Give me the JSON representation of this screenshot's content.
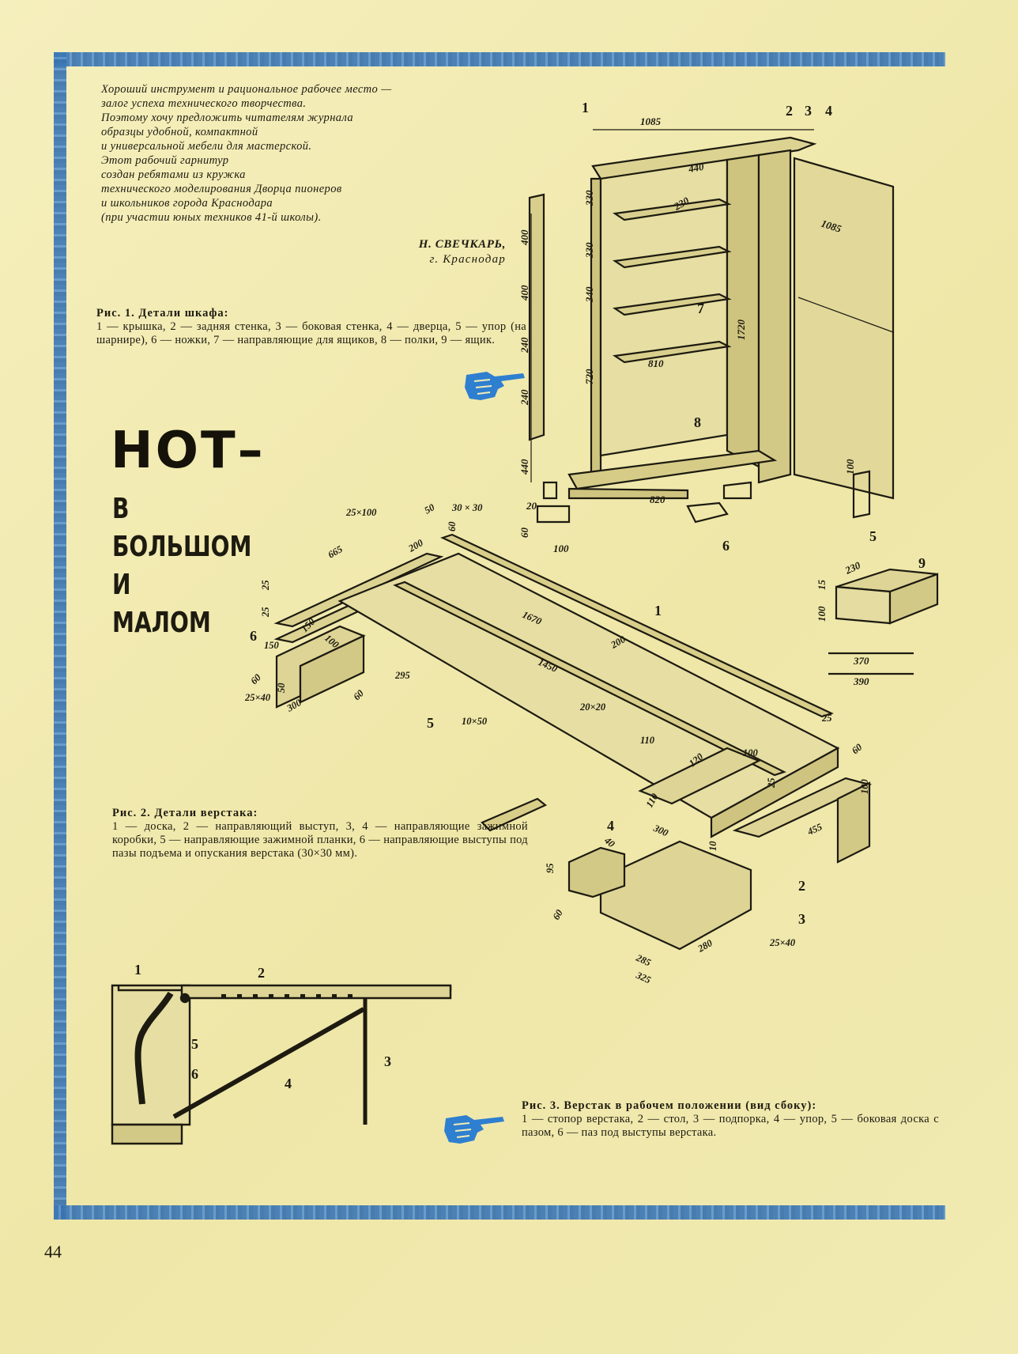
{
  "intro": {
    "lines": [
      "Хороший инструмент и рациональное рабочее место —",
      "залог успеха технического творчества.",
      "Поэтому хочу предложить читателям журнала",
      "образцы удобной, компактной",
      "и универсальной мебели для мастерской.",
      "Этот рабочий гарнитур",
      "создан ребятами из кружка",
      "технического моделирования Дворца пионеров",
      "и школьников города Краснодара",
      "(при участии юных техников 41-й школы)."
    ],
    "author": "Н. СВЕЧКАРЬ,",
    "city": "г. Краснодар"
  },
  "title": {
    "main": "НОТ–",
    "lines": [
      "В",
      "БОЛЬШОМ",
      "И",
      "МАЛОМ"
    ]
  },
  "figure1": {
    "caption_lead": "Рис. 1. Детали шкафа:",
    "caption_body": "1 — крышка, 2 — задняя стенка, 3 — боковая стенка, 4 — дверца, 5 — упор (на шарнире), 6 — ножки, 7 — направляющие для ящиков, 8 — полки, 9 — ящик.",
    "labels": {
      "width_top": "1085",
      "depth_top": "440",
      "door_width": "1085",
      "shelf_230": "230",
      "h330a": "330",
      "h330b": "330",
      "h340": "340",
      "h720": "720",
      "h1720": "1720",
      "h400a": "400",
      "h400b": "400",
      "h240a": "240",
      "h240b": "240",
      "h440": "440",
      "shelf_810": "810",
      "base_820": "820",
      "leg_20": "20",
      "leg_60": "60",
      "leg_100": "100",
      "stop_100": "100",
      "n1": "1",
      "n2": "2",
      "n3": "3",
      "n4": "4",
      "n5": "5",
      "n6": "6",
      "n7": "7",
      "n8": "8"
    }
  },
  "drawer": {
    "labels": {
      "n9": "9",
      "d230": "230",
      "h15": "15",
      "h100": "100",
      "w370": "370",
      "w390": "390"
    }
  },
  "figure2": {
    "caption_lead": "Рис. 2. Детали верстака:",
    "caption_body": "1 — доска, 2 — направляющий выступ, 3, 4 — направляющие зажимной коробки, 5 — направляющие зажимной планки, 6 — направляющие выступы под пазы подъема и опускания верстака (30×30 мм).",
    "labels": {
      "s30x30": "30 × 30",
      "s25x100": "25×100",
      "s50": "50",
      "s60": "60",
      "s665": "665",
      "s200a": "200",
      "s25a": "25",
      "s25b": "25",
      "s150a": "150",
      "s100a": "100",
      "s150b": "150",
      "s1670": "1670",
      "s1450": "1450",
      "s200b": "200",
      "s20x20": "20×20",
      "s10x50": "10×50",
      "s60b": "60",
      "s50b": "50",
      "s300a": "300",
      "s295": "295",
      "s60c": "60",
      "s25x40a": "25×40",
      "s110a": "110",
      "s120": "120",
      "s100b": "100",
      "s25c": "25",
      "s25d": "25",
      "s60d": "60",
      "s100c": "100",
      "s110b": "110",
      "s300b": "300",
      "s455": "455",
      "s10": "10",
      "s40": "40",
      "s95": "95",
      "s60e": "60",
      "s285": "285",
      "s325": "325",
      "s280": "280",
      "s25x40b": "25×40",
      "n1": "1",
      "n2": "2",
      "n3": "3",
      "n4": "4",
      "n5": "5",
      "n6": "6"
    }
  },
  "figure3": {
    "caption_lead": "Рис. 3. Верстак в рабочем положении (вид сбоку):",
    "caption_body": "1 — стопор верстака, 2 — стол, 3 — подпорка, 4 — упор, 5 — боковая доска с пазом, 6 — паз под выступы верстака.",
    "labels": {
      "n1": "1",
      "n2": "2",
      "n3": "3",
      "n4": "4",
      "n5": "5",
      "n6": "6"
    }
  },
  "page_number": "44",
  "colors": {
    "paper": "#f3ecb4",
    "frame": "#3d78b6",
    "ink": "#1d1a10"
  }
}
